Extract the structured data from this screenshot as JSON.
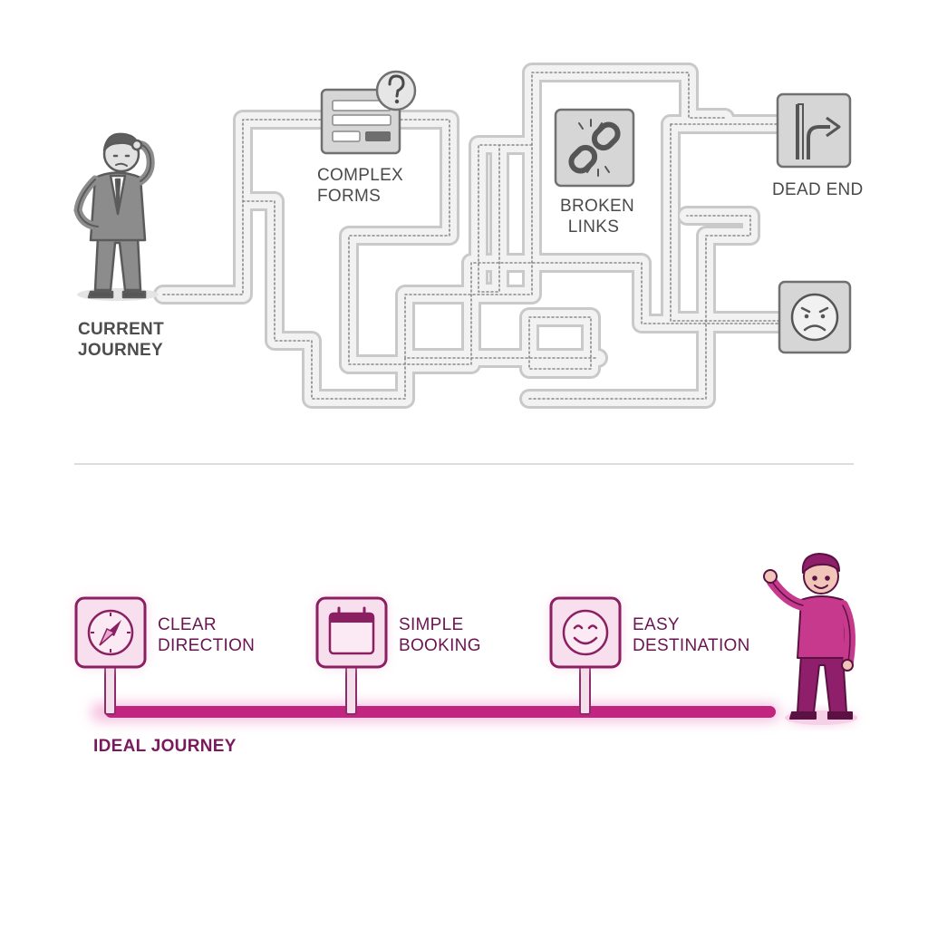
{
  "colors": {
    "gray_stroke": "#7a7a7a",
    "gray_fill": "#d4d4d4",
    "path_fill": "#efefef",
    "magenta": "#c0267f",
    "magenta_dark": "#7a1a5c",
    "magenta_light": "#f6dcec",
    "divider": "#d0d0d0"
  },
  "current": {
    "label_line1": "CURRENT",
    "label_line2": "JOURNEY",
    "figure": "confused-man-icon"
  },
  "obstacles": [
    {
      "id": "complex-forms",
      "icon": "form-question-icon",
      "line1": "COMPLEX",
      "line2": "FORMS"
    },
    {
      "id": "broken-links",
      "icon": "broken-chain-icon",
      "line1": "BROKEN",
      "line2": "LINKS"
    },
    {
      "id": "dead-end",
      "icon": "dead-end-arrow-icon",
      "line1": "DEAD END",
      "line2": ""
    },
    {
      "id": "angry-face",
      "icon": "angry-face-icon",
      "line1": "",
      "line2": ""
    }
  ],
  "ideal": {
    "label": "IDEAL JOURNEY",
    "figure": "waving-man-icon",
    "milestones": [
      {
        "id": "clear-direction",
        "icon": "compass-icon",
        "line1": "CLEAR",
        "line2": "DIRECTION"
      },
      {
        "id": "simple-booking",
        "icon": "calendar-icon",
        "line1": "SIMPLE",
        "line2": "BOOKING"
      },
      {
        "id": "easy-destination",
        "icon": "smile-icon",
        "line1": "EASY",
        "line2": "DESTINATION"
      }
    ]
  }
}
